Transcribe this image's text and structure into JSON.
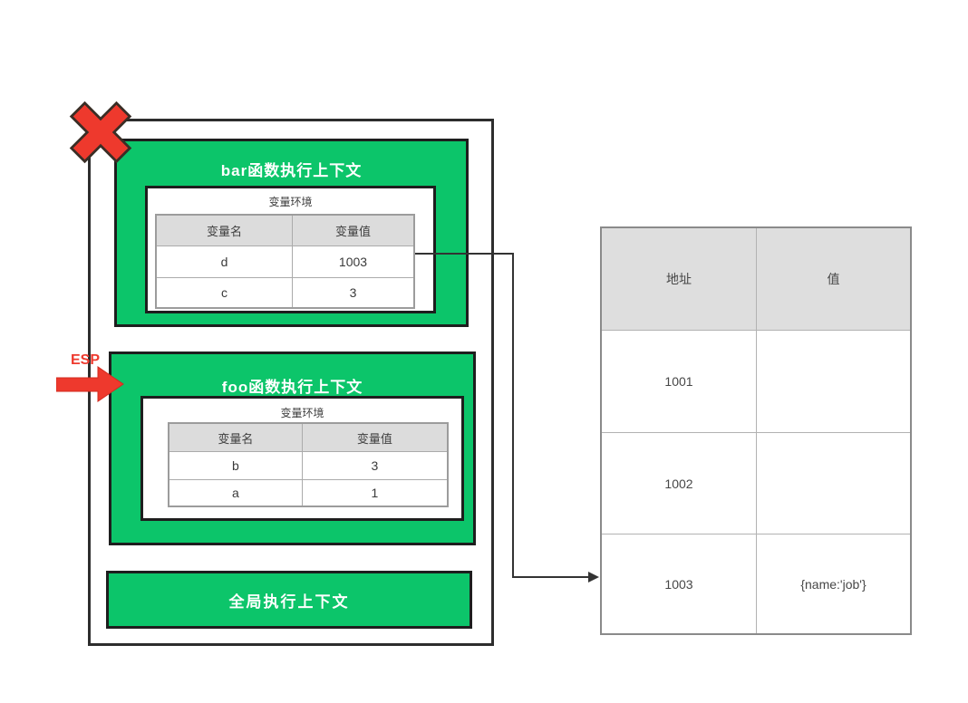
{
  "diagram": {
    "call_stack": {
      "bar_context": {
        "title": "bar函数执行上下文",
        "env_label": "变量环境",
        "table": {
          "columns": [
            "变量名",
            "变量值"
          ],
          "rows": [
            [
              "d",
              "1003"
            ],
            [
              "c",
              "3"
            ]
          ]
        }
      },
      "foo_context": {
        "title": "foo函数执行上下文",
        "env_label": "变量环境",
        "table": {
          "columns": [
            "变量名",
            "变量值"
          ],
          "rows": [
            [
              "b",
              "3"
            ],
            [
              "a",
              "1"
            ]
          ]
        }
      },
      "global_context": {
        "title": "全局执行上下文"
      }
    },
    "esp_pointer": {
      "label": "ESP"
    },
    "memory_table": {
      "columns": [
        "地址",
        "值"
      ],
      "rows": [
        [
          "1001",
          ""
        ],
        [
          "1002",
          ""
        ],
        [
          "1003",
          "{name:'job'}"
        ]
      ]
    },
    "icons": {
      "destroy_x": "red-cross-destroy-marker",
      "esp_arrow": "red-right-arrow",
      "reference_arrow": "pointer-from-d-1003-to-address-1003"
    },
    "colors": {
      "green": "#0cc56a",
      "red": "#ee392d",
      "header_gray": "#dcdcdc",
      "outer_border": "#2d2d2d",
      "border_dark": "#1e1e1e",
      "mem_border": "#8a8a8a"
    }
  }
}
